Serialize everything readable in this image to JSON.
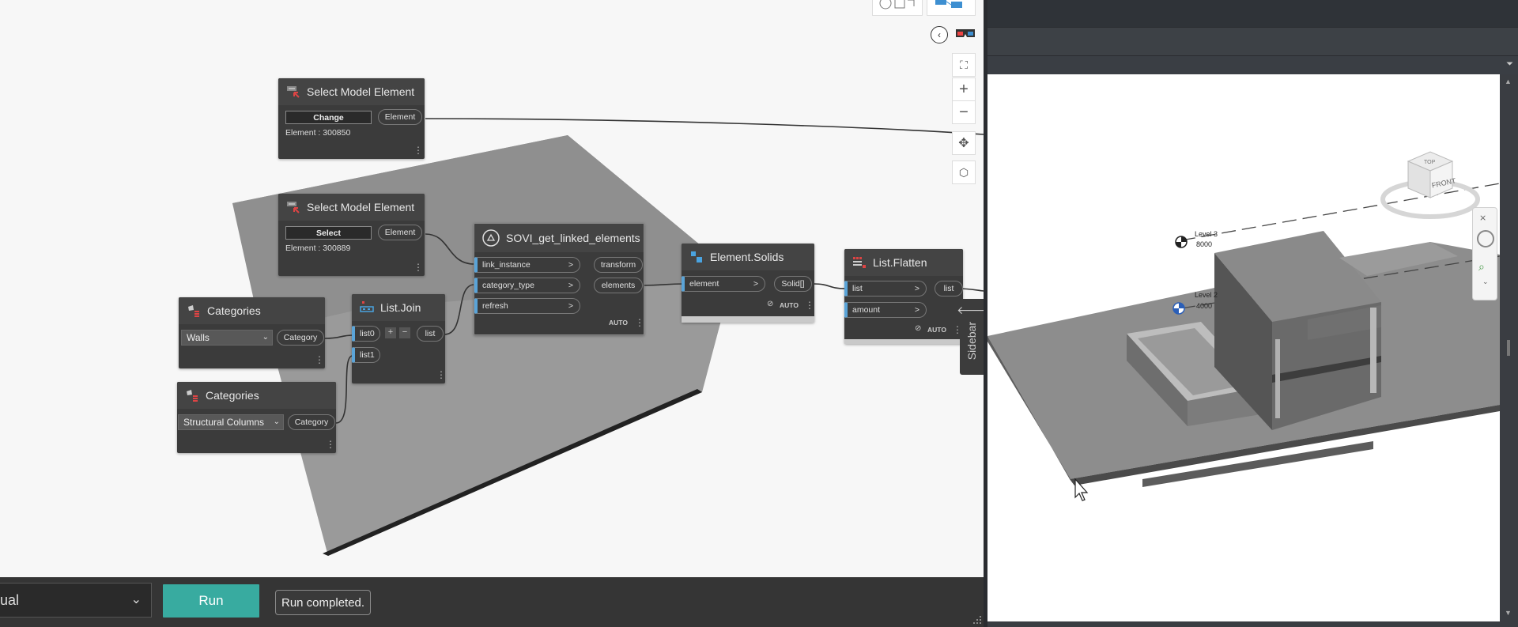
{
  "nodes": {
    "select1": {
      "title": "Select Model Element",
      "button": "Change",
      "output": "Element",
      "value": "Element : 300850"
    },
    "select2": {
      "title": "Select Model Element",
      "button": "Select",
      "output": "Element",
      "value": "Element : 300889"
    },
    "sovi": {
      "title": "SOVI_get_linked_elements",
      "inputs": [
        "link_instance",
        "category_type",
        "refresh"
      ],
      "outputs": [
        "transform",
        "elements"
      ],
      "lacing": "AUTO"
    },
    "solids": {
      "title": "Element.Solids",
      "input": "element",
      "output": "Solid[]",
      "lacing": "AUTO"
    },
    "flatten": {
      "title": "List.Flatten",
      "inputs": [
        "list",
        "amount"
      ],
      "output": "list",
      "lacing": "AUTO"
    },
    "join": {
      "title": "List.Join",
      "inputs": [
        "list0",
        "list1"
      ],
      "output": "list",
      "add": "+",
      "remove": "−"
    },
    "cat1": {
      "title": "Categories",
      "selected": "Walls",
      "output": "Category"
    },
    "cat2": {
      "title": "Categories",
      "selected": "Structural Columns",
      "output": "Category"
    }
  },
  "port_arrow": ">",
  "controls": {
    "zoom_in": "+",
    "zoom_out": "−",
    "sidebar_label": "Sidebar"
  },
  "bottom": {
    "run_mode": "ual",
    "run_label": "Run",
    "status": "Run completed."
  },
  "revit": {
    "viewcube_top": "TOP",
    "viewcube_front": "FRONT",
    "level3_name": "Level 3",
    "level3_elev": "8000",
    "level2_name": "Level 2",
    "level2_elev": "4000"
  },
  "colors": {
    "accent": "#38aba0",
    "port_blue": "#5aa4d8",
    "node_bg": "#3b3b3b"
  },
  "icons": [
    "select-model-element-icon",
    "sovi-custom-node-icon",
    "element-solids-icon",
    "list-flatten-icon",
    "list-join-icon",
    "categories-icon",
    "fit-view-icon",
    "zoom-in-icon",
    "zoom-out-icon",
    "pan-icon",
    "3d-orbit-icon",
    "collapse-arrow-icon",
    "chevron-down-icon",
    "mouse-cursor-icon"
  ]
}
